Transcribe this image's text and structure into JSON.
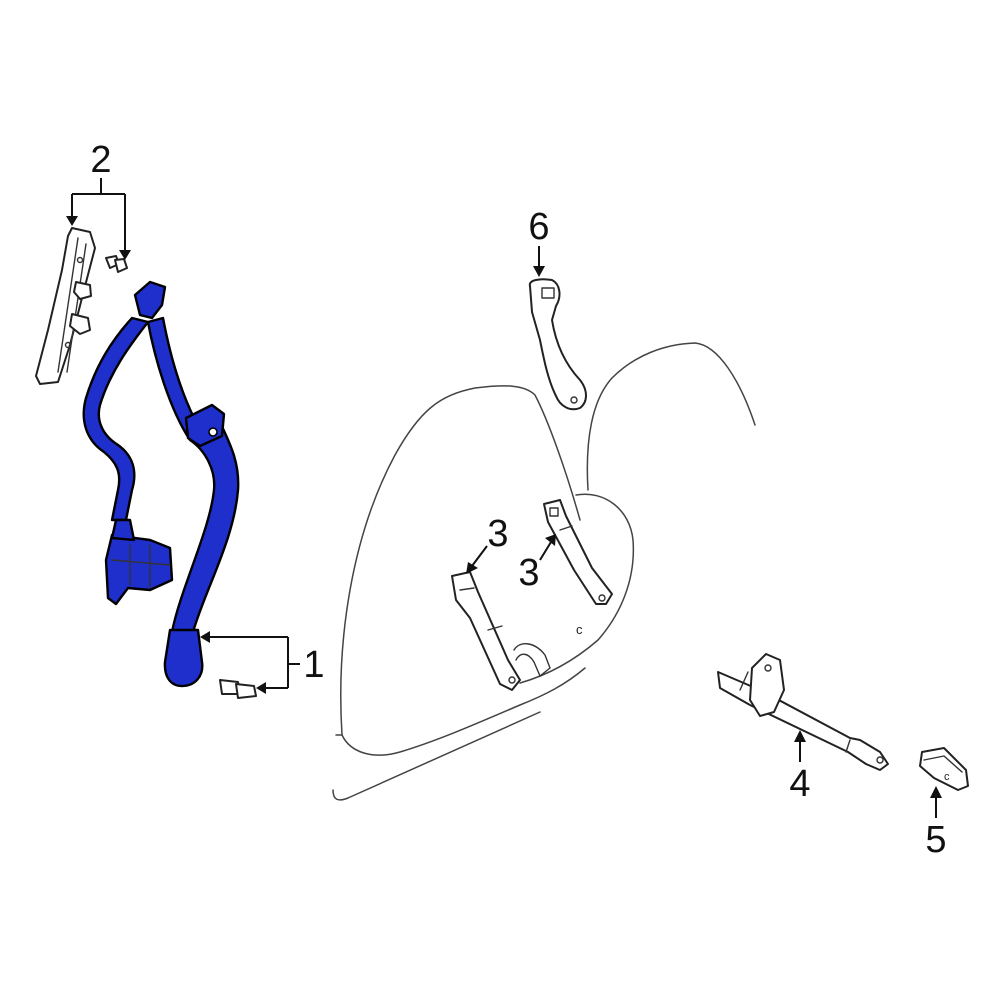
{
  "diagram": {
    "highlight_color": "#1f2fcc",
    "line_color": "#222222",
    "background": "#ffffff",
    "callouts": [
      {
        "id": "callout-1",
        "label": "1"
      },
      {
        "id": "callout-2",
        "label": "2"
      },
      {
        "id": "callout-3a",
        "label": "3"
      },
      {
        "id": "callout-3b",
        "label": "3"
      },
      {
        "id": "callout-4",
        "label": "4"
      },
      {
        "id": "callout-5",
        "label": "5"
      },
      {
        "id": "callout-6",
        "label": "6"
      }
    ],
    "marks": {
      "seat_mark": "c",
      "cover_mark": "c"
    }
  }
}
